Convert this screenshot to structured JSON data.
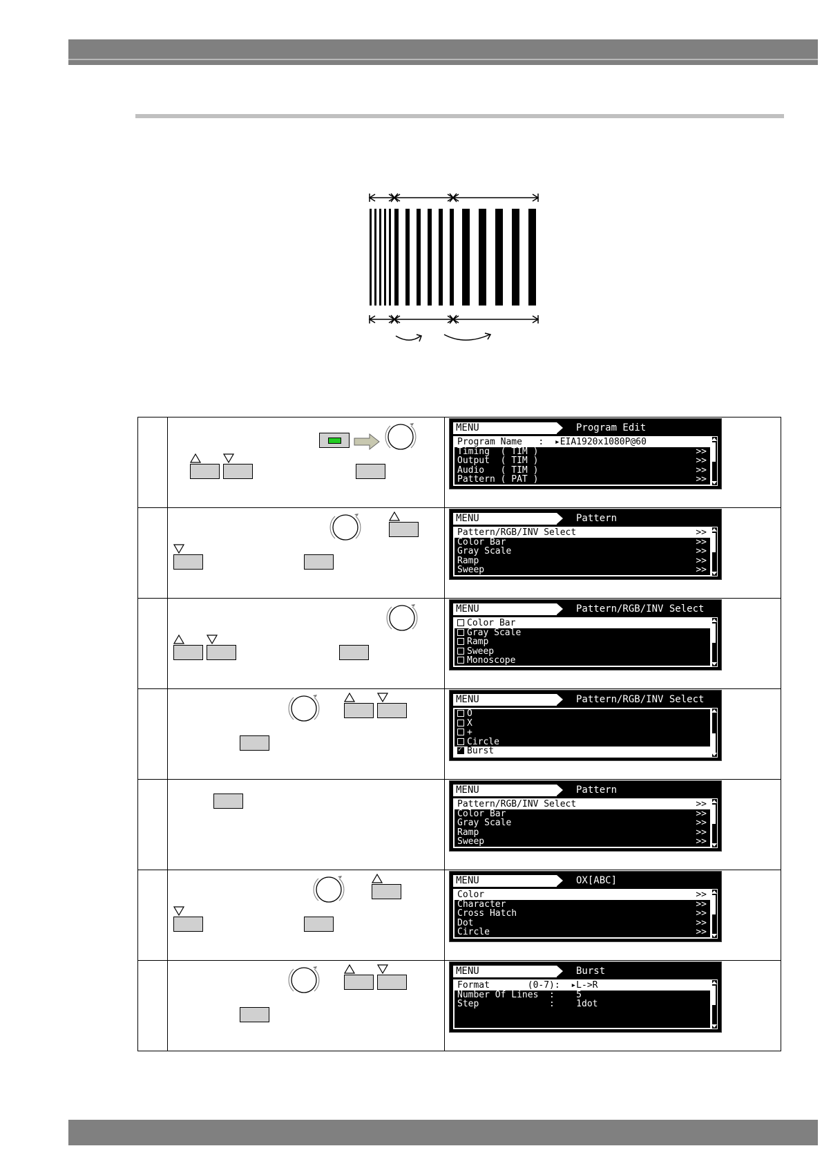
{
  "screens": [
    {
      "menu": "MENU",
      "title": "Program Edit",
      "rows": [
        {
          "text": "Program Name   :  ▸EIA1920x1080P@60",
          "right": "",
          "sel": true
        },
        {
          "text": "Timing  ( TIM )",
          "right": ">>",
          "sel": false
        },
        {
          "text": "Output  ( TIM )",
          "right": ">>",
          "sel": false
        },
        {
          "text": "Audio   ( TIM )",
          "right": ">>",
          "sel": false
        },
        {
          "text": "Pattern ( PAT )",
          "right": ">>",
          "sel": false
        }
      ]
    },
    {
      "menu": "MENU",
      "title": "Pattern",
      "rows": [
        {
          "text": "Pattern/RGB/INV Select",
          "right": ">>",
          "sel": true
        },
        {
          "text": "Color Bar",
          "right": ">>",
          "sel": false
        },
        {
          "text": "Gray Scale",
          "right": ">>",
          "sel": false
        },
        {
          "text": "Ramp",
          "right": ">>",
          "sel": false
        },
        {
          "text": "Sweep",
          "right": ">>",
          "sel": false
        }
      ]
    },
    {
      "menu": "MENU",
      "title": "Pattern/RGB/INV Select",
      "rows": [
        {
          "text": "Color Bar",
          "right": "",
          "sel": true,
          "checkbox": true,
          "checked": false
        },
        {
          "text": "Gray Scale",
          "right": "",
          "sel": false,
          "checkbox": true,
          "checked": false
        },
        {
          "text": "Ramp",
          "right": "",
          "sel": false,
          "checkbox": true,
          "checked": false
        },
        {
          "text": "Sweep",
          "right": "",
          "sel": false,
          "checkbox": true,
          "checked": false
        },
        {
          "text": "Monoscope",
          "right": "",
          "sel": false,
          "checkbox": true,
          "checked": false
        }
      ]
    },
    {
      "menu": "MENU",
      "title": "Pattern/RGB/INV Select",
      "rows": [
        {
          "text": "O",
          "right": "",
          "sel": false,
          "checkbox": true,
          "checked": false
        },
        {
          "text": "X",
          "right": "",
          "sel": false,
          "checkbox": true,
          "checked": false
        },
        {
          "text": "+",
          "right": "",
          "sel": false,
          "checkbox": true,
          "checked": false
        },
        {
          "text": "Circle",
          "right": "",
          "sel": false,
          "checkbox": true,
          "checked": false
        },
        {
          "text": "Burst",
          "right": "",
          "sel": true,
          "checkbox": true,
          "checked": true
        }
      ]
    },
    {
      "menu": "MENU",
      "title": "Pattern",
      "rows": [
        {
          "text": "Pattern/RGB/INV Select",
          "right": ">>",
          "sel": true
        },
        {
          "text": "Color Bar",
          "right": ">>",
          "sel": false
        },
        {
          "text": "Gray Scale",
          "right": ">>",
          "sel": false
        },
        {
          "text": "Ramp",
          "right": ">>",
          "sel": false
        },
        {
          "text": "Sweep",
          "right": ">>",
          "sel": false
        }
      ]
    },
    {
      "menu": "MENU",
      "title": "OX[ABC]",
      "rows": [
        {
          "text": "Color",
          "right": ">>",
          "sel": true
        },
        {
          "text": "Character",
          "right": ">>",
          "sel": false
        },
        {
          "text": "Cross Hatch",
          "right": ">>",
          "sel": false
        },
        {
          "text": "Dot",
          "right": ">>",
          "sel": false
        },
        {
          "text": "Circle",
          "right": ">>",
          "sel": false
        }
      ]
    },
    {
      "menu": "MENU",
      "title": "Burst",
      "rows": [
        {
          "text": "Format       (0-7):  ▸L->R",
          "right": "",
          "sel": true
        },
        {
          "text": "Number Of Lines  :    5",
          "right": "",
          "sel": false
        },
        {
          "text": "Step             :    1dot",
          "right": "",
          "sel": false
        }
      ]
    }
  ]
}
